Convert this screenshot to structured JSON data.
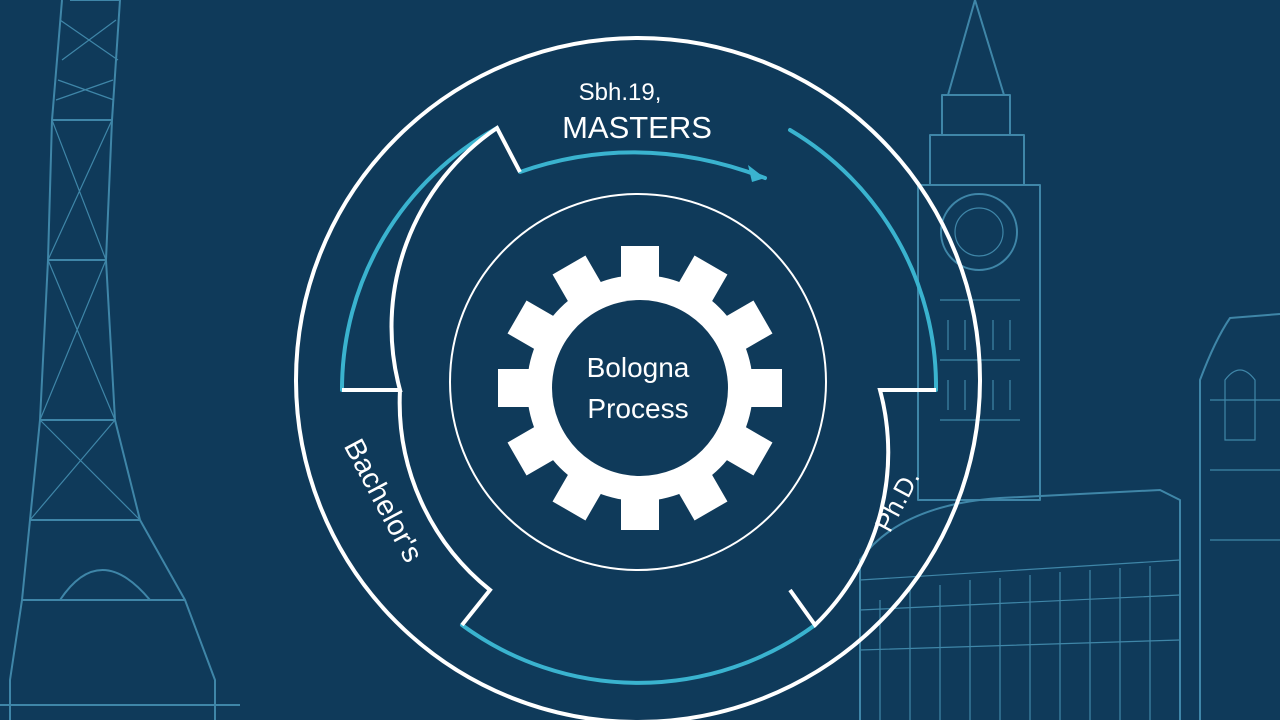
{
  "diagram": {
    "center_label_line1": "Bologna",
    "center_label_line2": "Process",
    "top_small_label": "Sbh.19,",
    "masters_label": "MASTERS",
    "bachelors_label": "Bachelor's",
    "phd_label": "Ph.D."
  },
  "colors": {
    "background": "#0f3a5a",
    "ring": "#ffffff",
    "arc": "#3ab3cf",
    "landmark_outline": "#3f86a8",
    "gear": "#ffffff"
  }
}
